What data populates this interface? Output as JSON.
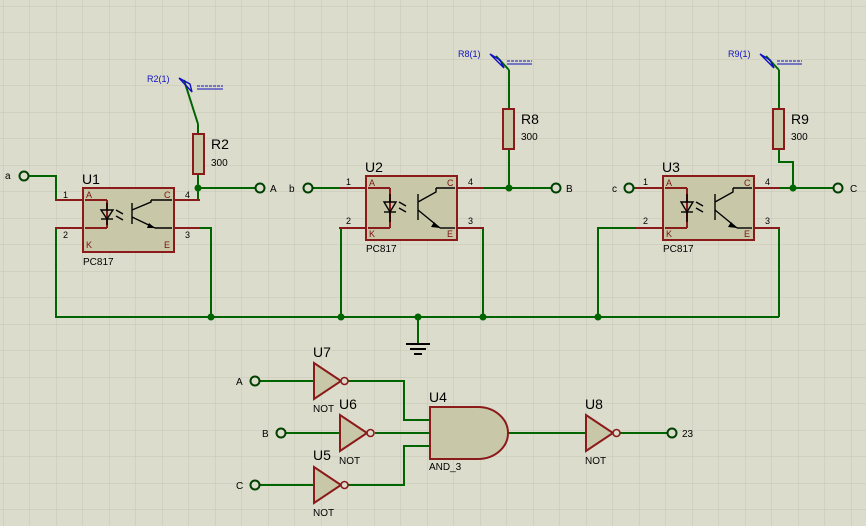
{
  "colors": {
    "background": "#dcdccc",
    "grid": "#c8c8b8",
    "wire": "#006400",
    "component": "#8b1a1a",
    "component_fill": "#c8c8a8",
    "probe": "#1010c0"
  },
  "optocouplers": [
    {
      "ref": "U1",
      "part": "PC817",
      "pins": {
        "p1": "1",
        "p2": "2",
        "p3": "3",
        "p4": "4",
        "a": "A",
        "k": "K",
        "c": "C",
        "e": "E"
      }
    },
    {
      "ref": "U2",
      "part": "PC817",
      "pins": {
        "p1": "1",
        "p2": "2",
        "p3": "3",
        "p4": "4",
        "a": "A",
        "k": "K",
        "c": "C",
        "e": "E"
      }
    },
    {
      "ref": "U3",
      "part": "PC817",
      "pins": {
        "p1": "1",
        "p2": "2",
        "p3": "3",
        "p4": "4",
        "a": "A",
        "k": "K",
        "c": "C",
        "e": "E"
      }
    }
  ],
  "resistors": [
    {
      "ref": "R2",
      "value": "300",
      "probe": "R2(1)"
    },
    {
      "ref": "R8",
      "value": "300",
      "probe": "R8(1)"
    },
    {
      "ref": "R9",
      "value": "300",
      "probe": "R9(1)"
    }
  ],
  "terminals": {
    "in_a": "a",
    "out_a": "A",
    "in_b": "b",
    "out_b": "B",
    "in_c": "c",
    "out_c": "C",
    "gate_a": "A",
    "gate_b": "B",
    "gate_c": "C",
    "output": "23"
  },
  "gates": {
    "u7": {
      "ref": "U7",
      "type": "NOT"
    },
    "u6": {
      "ref": "U6",
      "type": "NOT"
    },
    "u5": {
      "ref": "U5",
      "type": "NOT"
    },
    "u4": {
      "ref": "U4",
      "type": "AND_3"
    },
    "u8": {
      "ref": "U8",
      "type": "NOT"
    }
  }
}
